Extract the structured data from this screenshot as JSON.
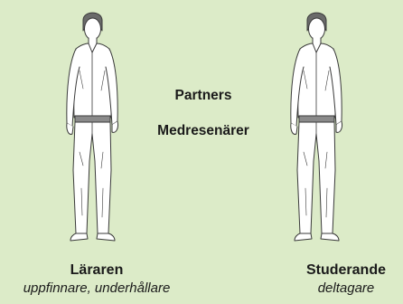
{
  "colors": {
    "background": "#dcebc8",
    "line": "#3a3a3a",
    "fill": "#ffffff"
  },
  "center": {
    "partners": "Partners",
    "medresenarer": "Medresenärer"
  },
  "left_person": {
    "name": "Läraren",
    "role": "uppfinnare, underhållare",
    "icon": "standing-man-illustration"
  },
  "right_person": {
    "name": "Studerande",
    "role": "deltagare",
    "icon": "standing-man-illustration"
  }
}
